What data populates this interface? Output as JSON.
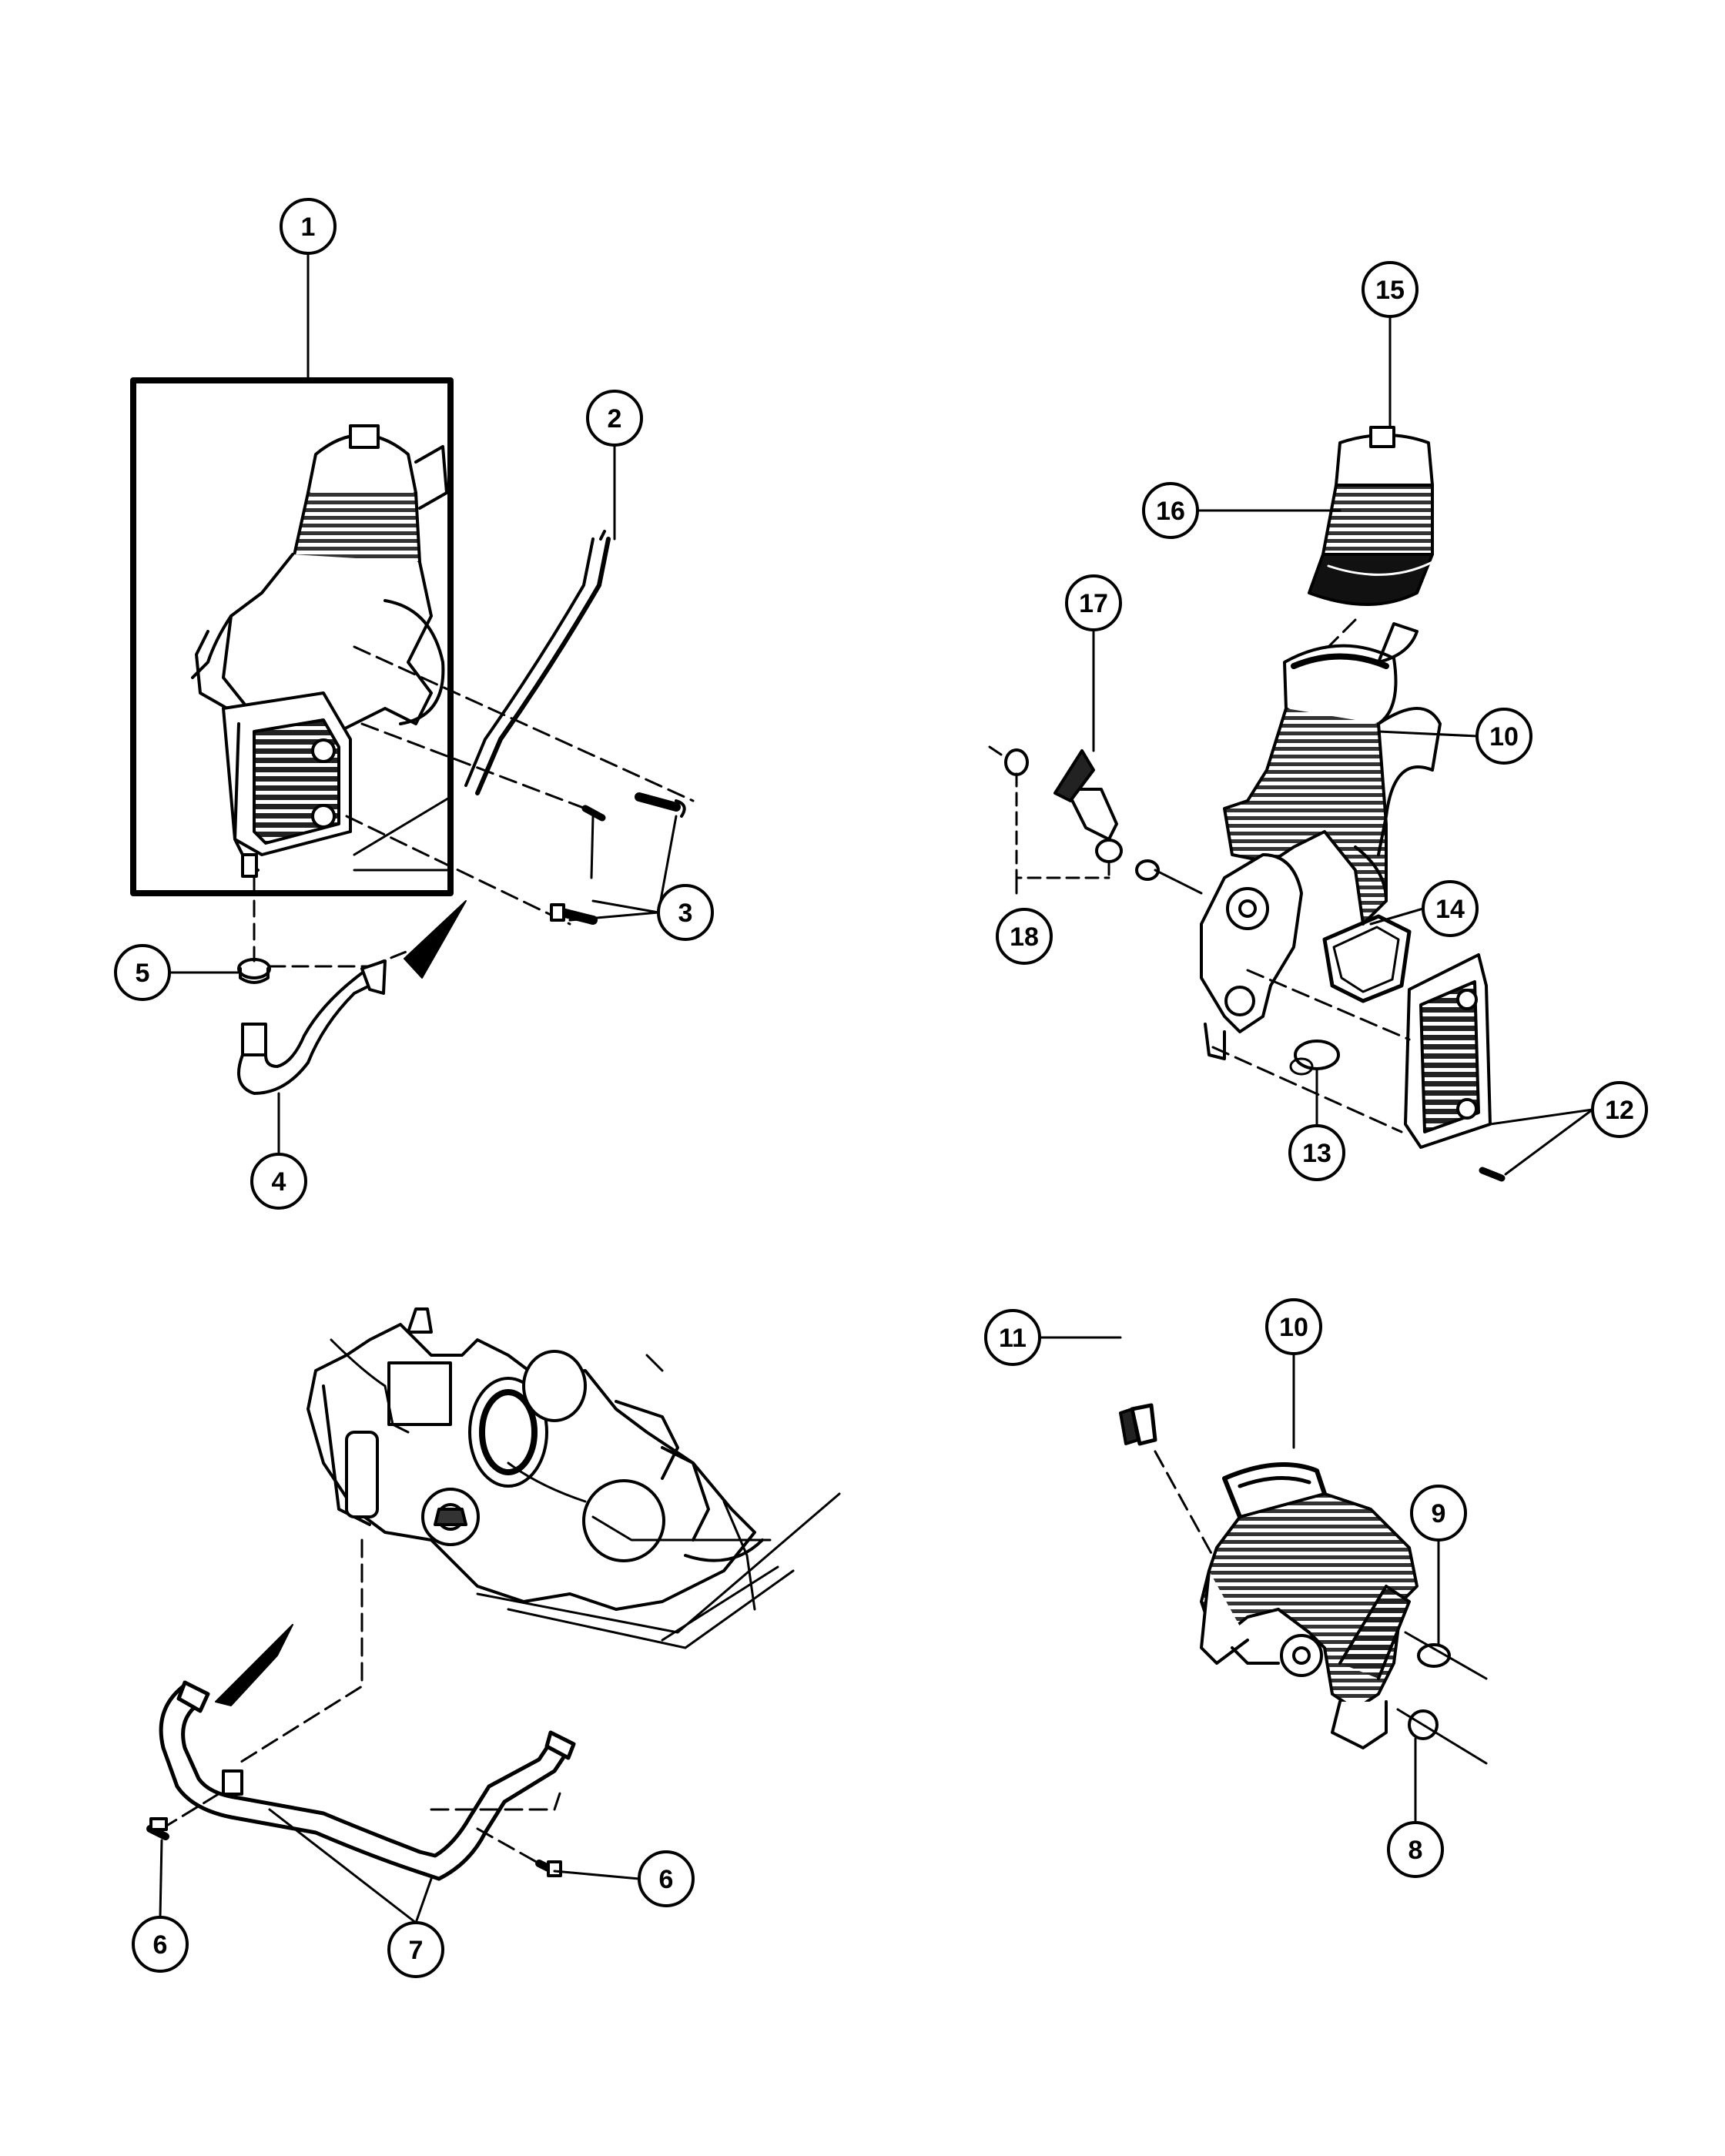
{
  "callouts": {
    "c1": "1",
    "c2": "2",
    "c3": "3",
    "c4": "4",
    "c5": "5",
    "c6a": "6",
    "c6b": "6",
    "c7": "7",
    "c8": "8",
    "c9": "9",
    "c10a": "10",
    "c10b": "10",
    "c11": "11",
    "c12": "12",
    "c13": "13",
    "c14": "14",
    "c15": "15",
    "c16": "16",
    "c17": "17",
    "c18": "18"
  },
  "colors": {
    "ink": "#000000",
    "paper": "#ffffff",
    "shade": "#555555"
  }
}
